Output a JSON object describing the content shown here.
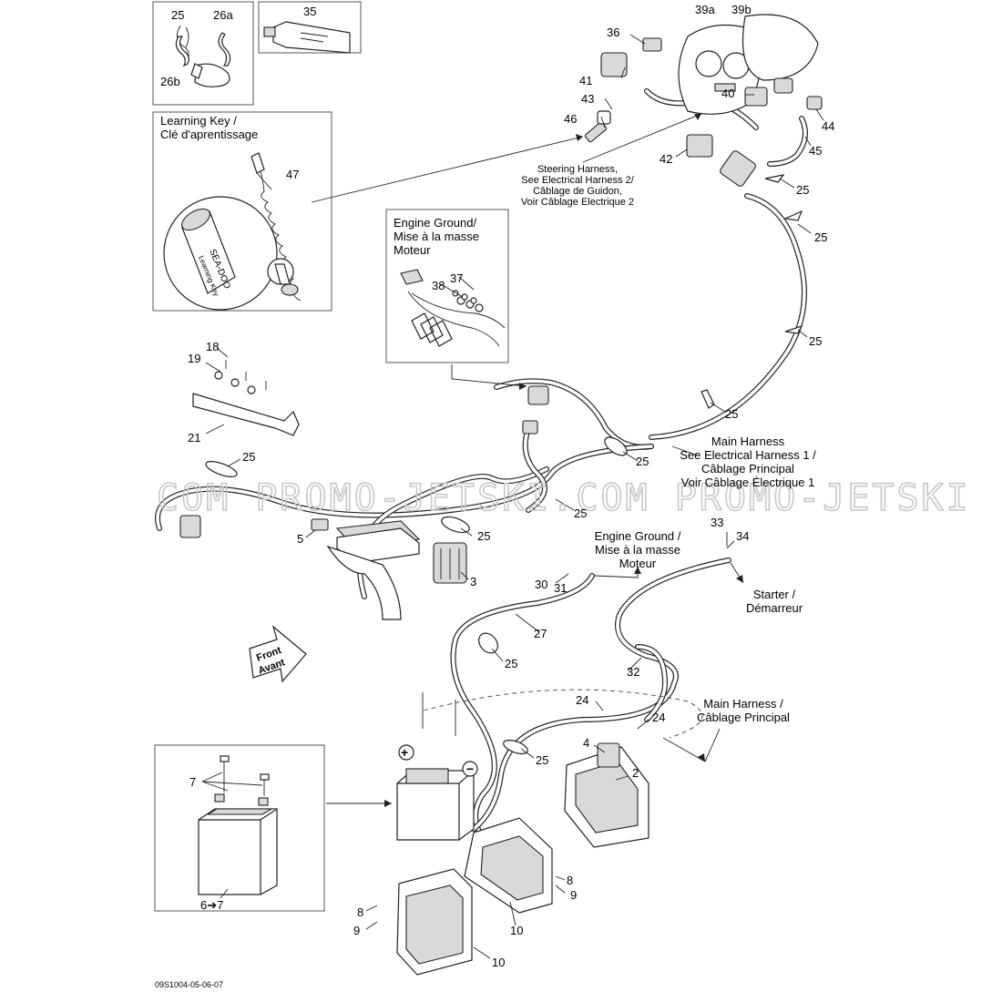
{
  "diagram": {
    "drawing_code": "09S1004-05-06-07",
    "watermark": "COM PROMO-JETSKI.COM PROMO-JETSKI",
    "inset_learning_key": {
      "line1": "Learning Key /",
      "line2": "Clé d'aprentissage"
    },
    "inset_engine_ground": {
      "line1": "Engine Ground/",
      "line2": "Mise à la masse",
      "line3": "Moteur"
    },
    "note_steering": {
      "line1": "Steering Harness,",
      "line2": "See Electrical Harness 2/",
      "line3": "Câblage de Guidon,",
      "line4": "Voir Câblage Electrique 2"
    },
    "note_main_harness_1": {
      "line1": "Main Harness",
      "line2": "See Electrical Harness 1 /",
      "line3": "Câblage Principal",
      "line4": "Voir Câblage Électrique 1"
    },
    "note_engine_ground": {
      "line1": "Engine Ground /",
      "line2": "Mise à la masse",
      "line3": "Moteur"
    },
    "note_starter": {
      "line1": "Starter /",
      "line2": "Démarreur"
    },
    "note_main_harness_2": {
      "line1": "Main Harness /",
      "line2": "Câblage Principal"
    },
    "front_arrow": {
      "line1": "Front",
      "line2": "Avant"
    },
    "key_text": {
      "brand": "SEA-DOO",
      "label": "Learning Key"
    },
    "part_labels": {
      "p25a": "25",
      "p26a": "26a",
      "p26b": "26b",
      "p35": "35",
      "p39a": "39a",
      "p39b": "39b",
      "p36": "36",
      "p41": "41",
      "p40": "40",
      "p43": "43",
      "p44": "44",
      "p46": "46",
      "p42": "42",
      "p45": "45",
      "p25b": "25",
      "p25c": "25",
      "p47": "47",
      "p37": "37",
      "p38": "38",
      "p25d": "25",
      "p18": "18",
      "p19": "19",
      "p21": "21",
      "p25e": "25",
      "p25f": "25",
      "p25g": "25",
      "p25h": "25",
      "p5": "5",
      "p25i": "25",
      "p3": "3",
      "p33": "33",
      "p34": "34",
      "p30": "30",
      "p31": "31",
      "p27": "27",
      "p25j": "25",
      "p32": "32",
      "p24a": "24",
      "p24b": "24",
      "p4": "4",
      "p2": "2",
      "p25k": "25",
      "p7": "7",
      "p6to7": "6➔7",
      "p8a": "8",
      "p9a": "9",
      "p8b": "8",
      "p9b": "9",
      "p10a": "10",
      "p10b": "10"
    }
  }
}
